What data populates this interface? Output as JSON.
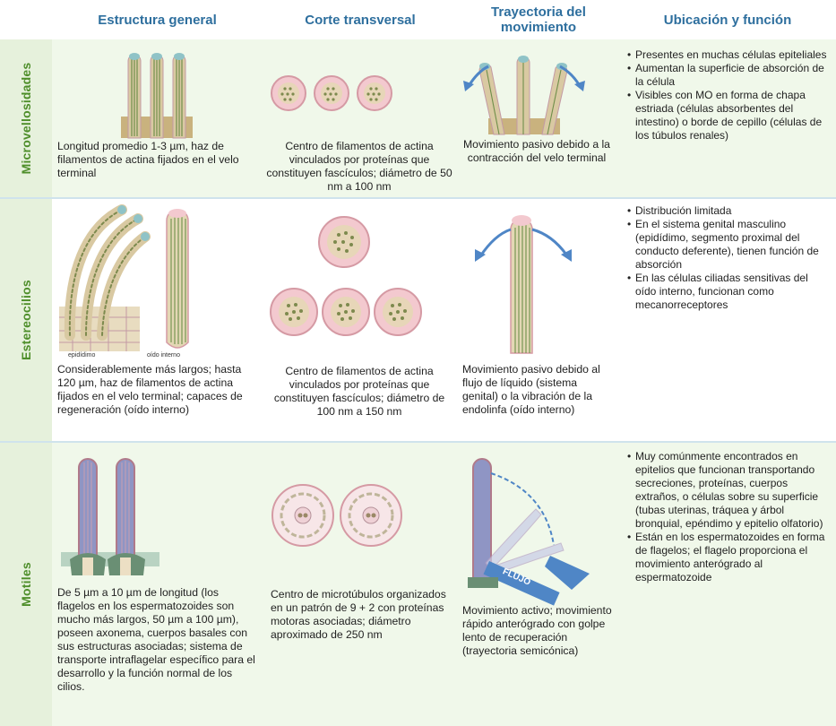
{
  "headers": {
    "estructura": "Estructura general",
    "corte": "Corte transversal",
    "trayectoria": "Trayectoria del movimiento",
    "ubicacion": "Ubicación y función"
  },
  "rows": [
    {
      "label": "Microvellosidades",
      "estructura": "Longitud promedio 1-3 µm, haz de filamentos de actina fijados en el velo terminal",
      "corte": "Centro de filamentos de actina vinculados por proteínas que constituyen fascículos; diámetro de 50 nm a 100 nm",
      "trayectoria": "Movimiento pasivo debido a la contracción del velo terminal",
      "funcion": [
        "Presentes en muchas células epiteliales",
        "Aumentan la superficie de absorción de la célula",
        "Visibles con MO en forma de chapa estriada (células absorbentes del intestino) o borde de cepillo (células de los túbulos renales)"
      ]
    },
    {
      "label": "Estereocilios",
      "estructura": "Considerablemente más largos; hasta 120 µm, haz de filamentos de actina fijados en el velo terminal; capaces de regeneración (oído interno)",
      "corte": "Centro de filamentos de actina vinculados por proteínas que constituyen fascículos; diámetro de 100 nm a 150 nm",
      "trayectoria": "Movimiento pasivo debido al flujo de líquido (sistema genital) o la vibración de la endolinfa (oído interno)",
      "funcion": [
        "Distribución limitada",
        "En el sistema genital masculino (epidídimo, segmento proximal del conducto deferente), tienen función de absorción",
        "En las células ciliadas sensitivas del oído interno, funcionan como mecanorreceptores"
      ],
      "fig_labels": {
        "left": "epidídimo",
        "right": "oído interno"
      }
    },
    {
      "label": "Motiles",
      "estructura": "De 5 µm a 10 µm de longitud (los flagelos en los espermatozoides son mucho más largos, 50 µm a 100 µm), poseen axonema, cuerpos basales con sus estructuras asociadas; sistema de transporte intraflagelar específico para el desarrollo y la función normal de los cilios.",
      "corte": "Centro de microtúbulos organizados en un patrón de 9 + 2 con proteínas motoras asociadas; diámetro aproximado de 250 nm",
      "trayectoria": "Movimiento activo; movimiento rápido anterógrado con golpe lento de recuperación (trayectoria semicónica)",
      "funcion": [
        "Muy comúnmente encontrados en epitelios que funcionan transportando secreciones, proteínas, cuerpos extraños, o células sobre su superficie (tubas uterinas, tráquea y árbol bronquial, epéndimo y epitelio olfatorio)",
        "Están en los espermatozoides en forma de flagelos; el flagelo proporciona el movimiento anterógrado al espermatozoide"
      ],
      "flow_label": "FLUJO"
    }
  ],
  "colors": {
    "header_text": "#2e6f9e",
    "side_label": "#4e8e2a",
    "row_tint": "#f0f8ea",
    "side_band": "#e6f1dc",
    "arrow_blue": "#4f86c6",
    "membrane_pink": "#e9a9b2",
    "actin_green": "#7d8a4e"
  }
}
